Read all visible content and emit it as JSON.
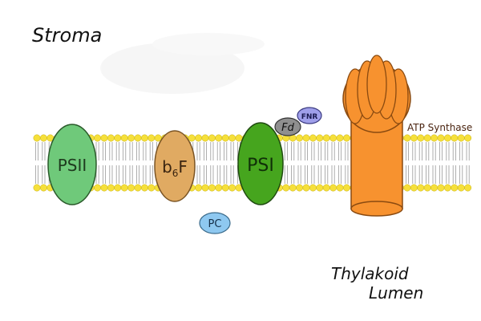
{
  "labels": {
    "stroma": "Stroma",
    "lumen_line1": "Thylakoid",
    "lumen_line2": "Lumen",
    "atp_synthase": "ATP Synthase"
  },
  "complexes": {
    "psii": "PSII",
    "b6f_main": "b",
    "b6f_sub": "6",
    "b6f_end": "F",
    "psi": "PSI",
    "fd": "Fd",
    "fnr": "FNR",
    "pc": "PC"
  },
  "colors": {
    "head_yellow": "#f6e03a",
    "tail_grey": "#9a9a9a",
    "psii": "#6fc97a",
    "b6f": "#e0aa62",
    "psi": "#46a51e",
    "fd": "#8f8f8f",
    "fnr": "#9f9fea",
    "pc": "#8ec8f0",
    "atp": "#f7922f",
    "atp_dark": "#d9741e",
    "outline": "#222222"
  }
}
